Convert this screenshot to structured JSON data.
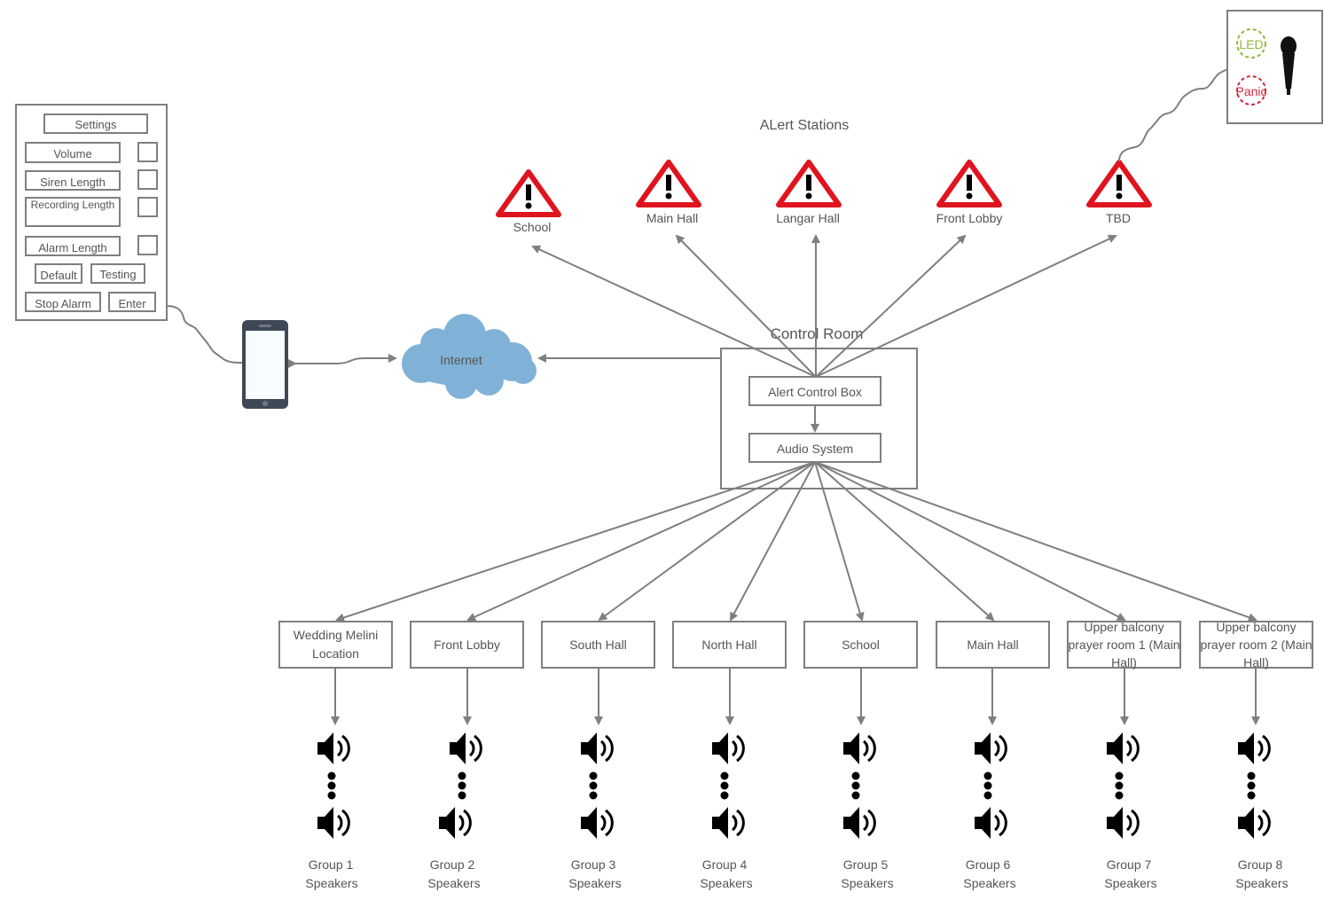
{
  "title": "ALert Stations",
  "colors": {
    "line": "#7f7f7f",
    "box_border": "#7f7f7f",
    "warning_red": "#e0141e",
    "cloud": "#7fb2d6",
    "led_green": "#8dba3a",
    "panic_red": "#d0283c"
  },
  "settings_panel": {
    "settings": "Settings",
    "volume": "Volume",
    "siren_length": "Siren Length",
    "recording_length": "Recording Length",
    "alarm_length": "Alarm Length",
    "default": "Default",
    "testing": "Testing",
    "stop_alarm": "Stop Alarm",
    "enter": "Enter"
  },
  "internet": "Internet",
  "control_room": {
    "title": "Control Room",
    "alert_control_box": "Alert Control Box",
    "audio_system": "Audio System"
  },
  "alert_stations": [
    "School",
    "Main Hall",
    "Langar Hall",
    "Front Lobby",
    "TBD"
  ],
  "panic_station": {
    "led": "LED",
    "panic": "Panic"
  },
  "zones": [
    {
      "name": "Wedding Melini Location",
      "group": "Group 1",
      "speakers": "Speakers"
    },
    {
      "name": "Front Lobby",
      "group": "Group 2",
      "speakers": "Speakers"
    },
    {
      "name": "South Hall",
      "group": "Group 3",
      "speakers": "Speakers"
    },
    {
      "name": "North Hall",
      "group": "Group 4",
      "speakers": "Speakers"
    },
    {
      "name": "School",
      "group": "Group 5",
      "speakers": "Speakers"
    },
    {
      "name": "Main Hall",
      "group": "Group 6",
      "speakers": "Speakers"
    },
    {
      "name": "Upper balcony prayer room 1 (Main Hall)",
      "group": "Group 7",
      "speakers": "Speakers"
    },
    {
      "name": "Upper balcony prayer room 2 (Main Hall)",
      "group": "Group 8",
      "speakers": "Speakers"
    }
  ]
}
